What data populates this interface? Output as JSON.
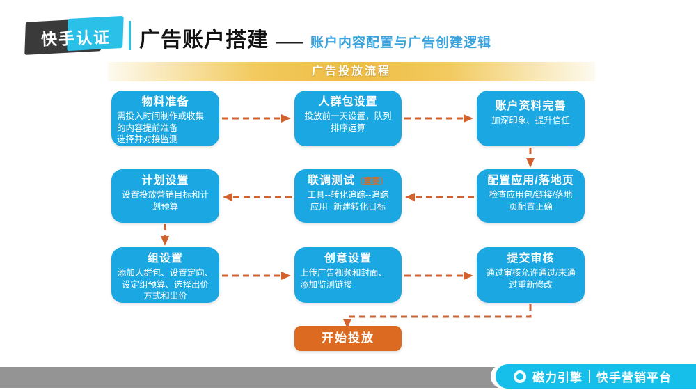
{
  "badge": {
    "label": "快手认证"
  },
  "header": {
    "title": "广告账户搭建",
    "separator": "——",
    "subtitle": "账户内容配置与广告创建逻辑"
  },
  "banner": {
    "label": "广告投放流程"
  },
  "flow": {
    "boxes": [
      {
        "title": "物料准备",
        "body": "需投入时间制作或收集\n的内容提前准备\n选择并对接监测"
      },
      {
        "title": "人群包设置",
        "body": "投放前一天设置，队列\n排序运算"
      },
      {
        "title": "账户资料完善",
        "body": "加深印象、提升信任"
      },
      {
        "title": "计划设置",
        "body": "设置投放营销目标和计\n划预算"
      },
      {
        "title": "联调测试",
        "title_note": "（重要）",
        "body": "工具--转化追踪--追踪\n应用--新建转化目标"
      },
      {
        "title": "配置应用/落地页",
        "body": "检查应用包/链接/落地\n页配置正确"
      },
      {
        "title": "组设置",
        "body": "添加人群包、设置定向、\n设定组预算、选择出价\n方式和出价"
      },
      {
        "title": "创意设置",
        "body": "上传广告视频和封面、\n添加监测链接"
      },
      {
        "title": "提交审核",
        "body": "通过审核允许通过/未通\n过重新修改"
      }
    ],
    "start_label": "开始投放"
  },
  "footer": {
    "brand": "磁力引擎",
    "platform": "快手营销平台"
  },
  "colors": {
    "box_blue": "#1ba7e1",
    "start_orange": "#dc6b21",
    "arrow_orange": "#d2622e",
    "banner_gold": "#eebd44",
    "badge_cyan": "#2bc0e8",
    "badge_dark": "#3a3a3a",
    "subtitle_blue": "#3ba3dc",
    "footer_gray": "#949494",
    "footer_cyan": "#16bfe9"
  }
}
